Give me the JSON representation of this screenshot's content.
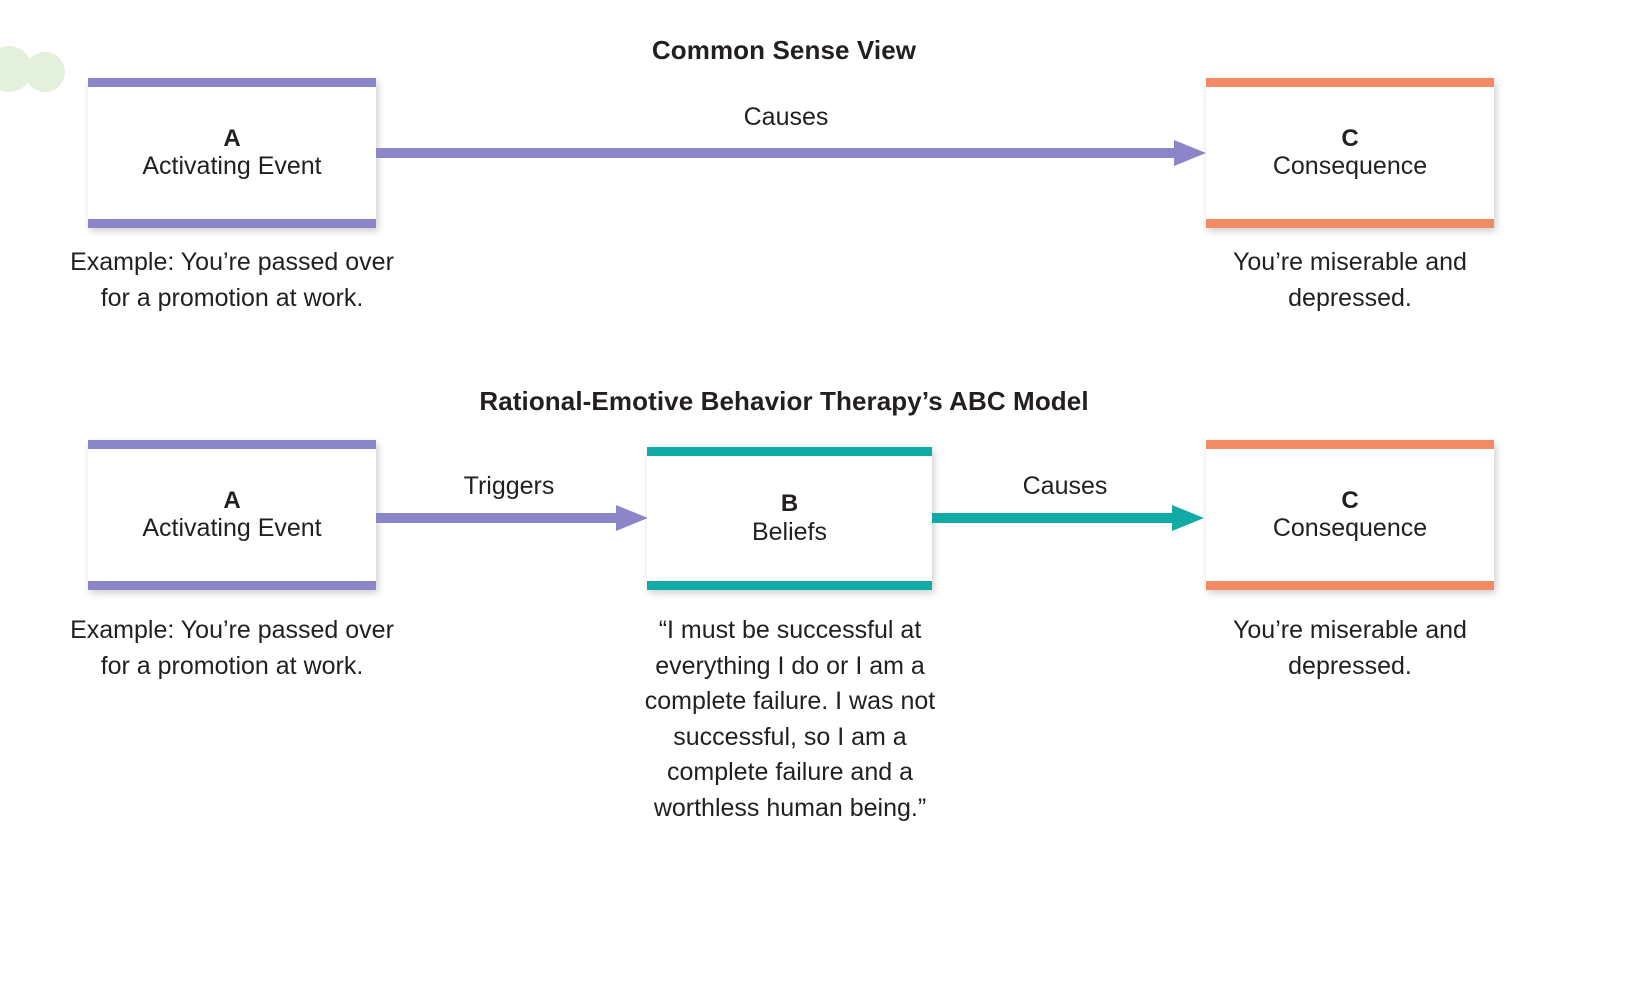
{
  "palette": {
    "purple": "#8b85c9",
    "teal": "#10aba4",
    "orange": "#f28b63",
    "text": "#231f20",
    "deco_green": "#e3f0dc",
    "box_fill": "#ffffff",
    "background": "#ffffff"
  },
  "sections": {
    "common_sense": {
      "title": "Common Sense View",
      "nodes": {
        "a": {
          "letter": "A",
          "name": "Activating Event",
          "caption": "Example: You’re passed over for a promotion at work.",
          "accent": "#8b85c9"
        },
        "c": {
          "letter": "C",
          "name": "Consequence",
          "caption": "You’re miserable and depressed.",
          "accent": "#f28b63"
        }
      },
      "arrows": [
        {
          "label": "Causes",
          "color": "#8b85c9",
          "from": "A",
          "to": "C"
        }
      ]
    },
    "abc_model": {
      "title": "Rational-Emotive Behavior Therapy’s ABC Model",
      "nodes": {
        "a": {
          "letter": "A",
          "name": "Activating Event",
          "caption": "Example: You’re passed over for a promotion at work.",
          "accent": "#8b85c9"
        },
        "b": {
          "letter": "B",
          "name": "Beliefs",
          "caption": "“I must be successful at everything I do or I am a complete failure. I was not successful, so I am a complete failure and a worthless human being.”",
          "accent": "#10aba4"
        },
        "c": {
          "letter": "C",
          "name": "Consequence",
          "caption": "You’re miserable and depressed.",
          "accent": "#f28b63"
        }
      },
      "arrows": [
        {
          "label": "Triggers",
          "color": "#8b85c9",
          "from": "A",
          "to": "B"
        },
        {
          "label": "Causes",
          "color": "#10aba4",
          "from": "B",
          "to": "C"
        }
      ]
    }
  },
  "decorations": {
    "circle_one": "green-circle",
    "circle_two": "green-circle"
  }
}
